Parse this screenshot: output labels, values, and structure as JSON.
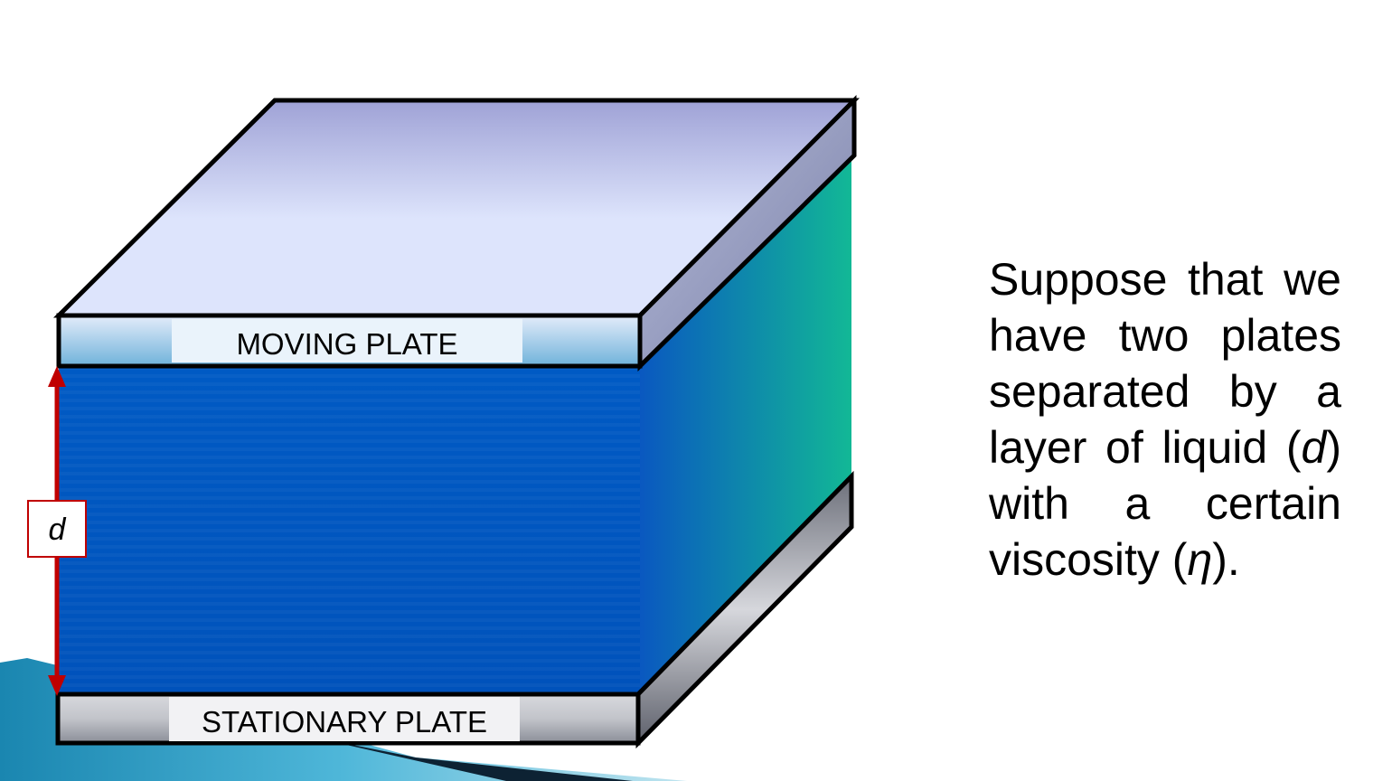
{
  "diagram": {
    "top_plate_label": "MOVING PLATE",
    "bottom_plate_label": "STATIONARY PLATE",
    "gap_label": "d"
  },
  "description": {
    "part1": "Suppose that we have two plates separated by a layer of liquid (",
    "var1": "d",
    "part2": ") with a certain viscosity (",
    "var2": "η",
    "part3": ")."
  },
  "colors": {
    "liquid": "#0057c2",
    "top_plate": "#dce3fb",
    "stationary_plate": "#c4c6cc",
    "gap_arrow": "#c00000",
    "corner_swoosh": "#1b8fb8"
  }
}
